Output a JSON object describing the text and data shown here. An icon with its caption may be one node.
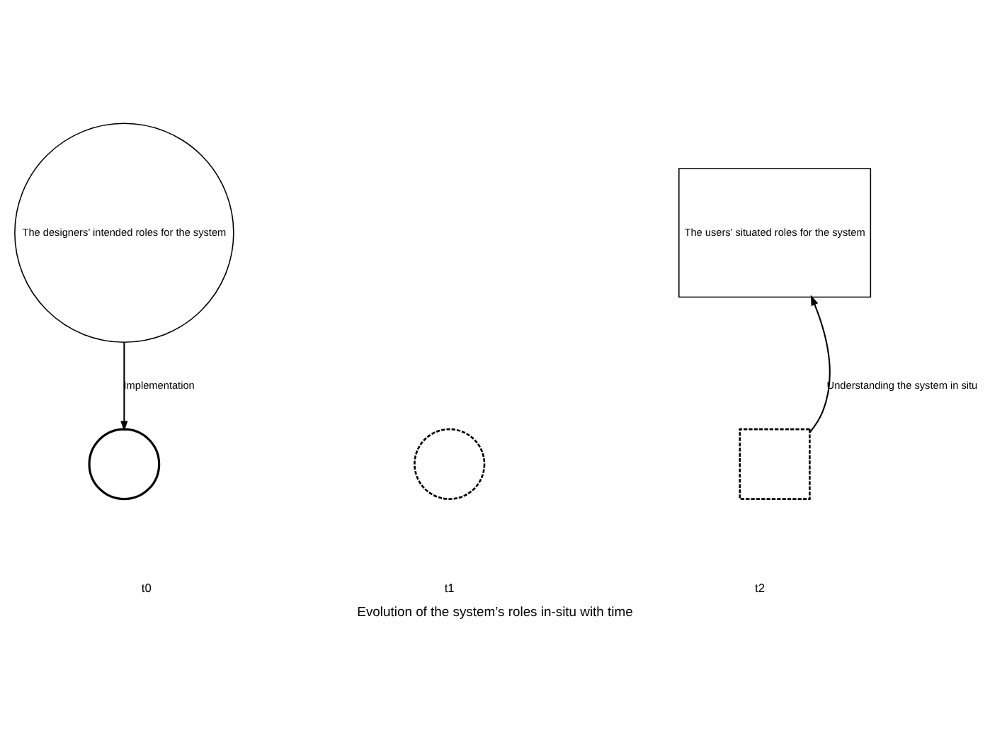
{
  "diagram": {
    "caption": "Evolution of the system’s roles in-situ with time",
    "nodes": [
      {
        "text": [
          "The designers’ intended roles for the system"
        ]
      },
      {
        "text": [],
        "shape": "circle"
      },
      {
        "text": [],
        "shape": "circle"
      },
      {
        "text": [],
        "shape": "box"
      },
      {
        "text": [
          "The users’ situated roles for the system"
        ]
      }
    ],
    "edges": [
      {
        "from": 0,
        "to": 1,
        "arrow": "to",
        "label": "Implementation"
      },
      {
        "from": 3,
        "to": 4,
        "arrow": "to",
        "label": "Understanding the system in situ"
      }
    ],
    "labels": [
      "t0",
      "t1",
      "t2"
    ]
  }
}
